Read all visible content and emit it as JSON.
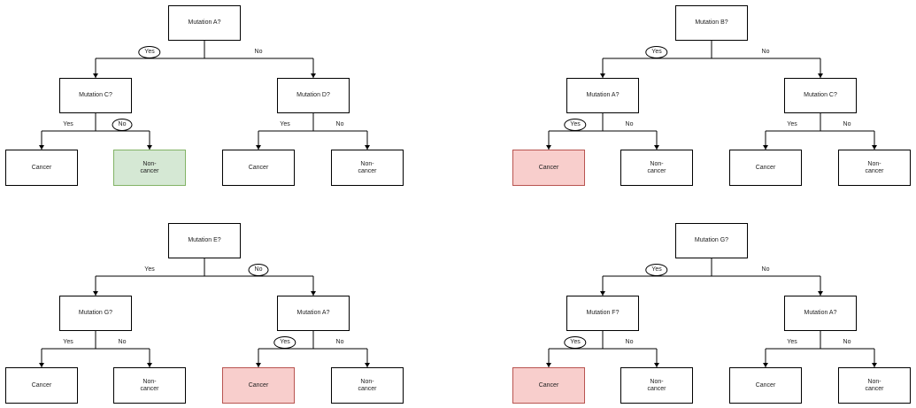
{
  "trees": [
    {
      "root": "Mutation A?",
      "left": {
        "question": "Mutation C?",
        "yes_leaf": "Cancer",
        "no_leaf": "Non-\ncancer"
      },
      "right": {
        "question": "Mutation D?",
        "yes_leaf": "Cancer",
        "no_leaf": "Non-\ncancer"
      }
    },
    {
      "root": "Mutation B?",
      "left": {
        "question": "Mutation A?",
        "yes_leaf": "Cancer",
        "no_leaf": "Non-\ncancer"
      },
      "right": {
        "question": "Mutation C?",
        "yes_leaf": "Cancer",
        "no_leaf": "Non-\ncancer"
      }
    },
    {
      "root": "Mutation E?",
      "left": {
        "question": "Mutation G?",
        "yes_leaf": "Cancer",
        "no_leaf": "Non-\ncancer"
      },
      "right": {
        "question": "Mutation A?",
        "yes_leaf": "Cancer",
        "no_leaf": "Non-\ncancer"
      }
    },
    {
      "root": "Mutation G?",
      "left": {
        "question": "Mutation F?",
        "yes_leaf": "Cancer",
        "no_leaf": "Non-\ncancer"
      },
      "right": {
        "question": "Mutation A?",
        "yes_leaf": "Cancer",
        "no_leaf": "Non-\ncancer"
      }
    }
  ],
  "edge_labels": {
    "yes": "Yes",
    "no": "No"
  },
  "colors": {
    "green_fill": "#d5e8d4",
    "green_border": "#82b366",
    "red_fill": "#f8cecc",
    "red_border": "#b85450"
  }
}
